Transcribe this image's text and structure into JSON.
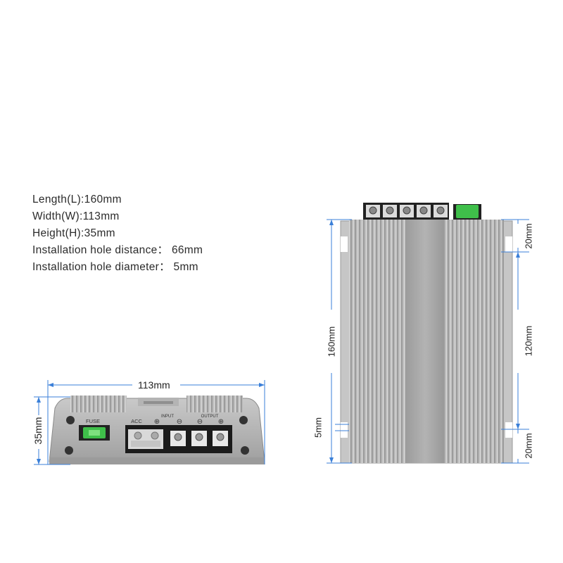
{
  "specs": {
    "length": "Length(L):160mm",
    "width": "Width(W):113mm",
    "height": "Height(H):35mm",
    "hole_distance": "Installation hole distance： 66mm",
    "hole_diameter": "Installation hole diameter： 5mm"
  },
  "front_view": {
    "width_label": "113mm",
    "height_label": "35mm",
    "fuse_label": "FUSE",
    "acc_label": "ACC",
    "input_label": "INPUT",
    "output_label": "OUTPUT",
    "plus_sign": "⊕",
    "minus_sign": "⊖"
  },
  "top_view": {
    "length_label": "160mm",
    "hole_label": "5mm",
    "top_margin_label": "20mm",
    "hole_distance_label": "120mm",
    "bottom_margin_label": "20mm"
  },
  "colors": {
    "dimension_line": "#3a7fd8",
    "casing": "#b9b9b9",
    "fuse": "#3fbf4a"
  }
}
